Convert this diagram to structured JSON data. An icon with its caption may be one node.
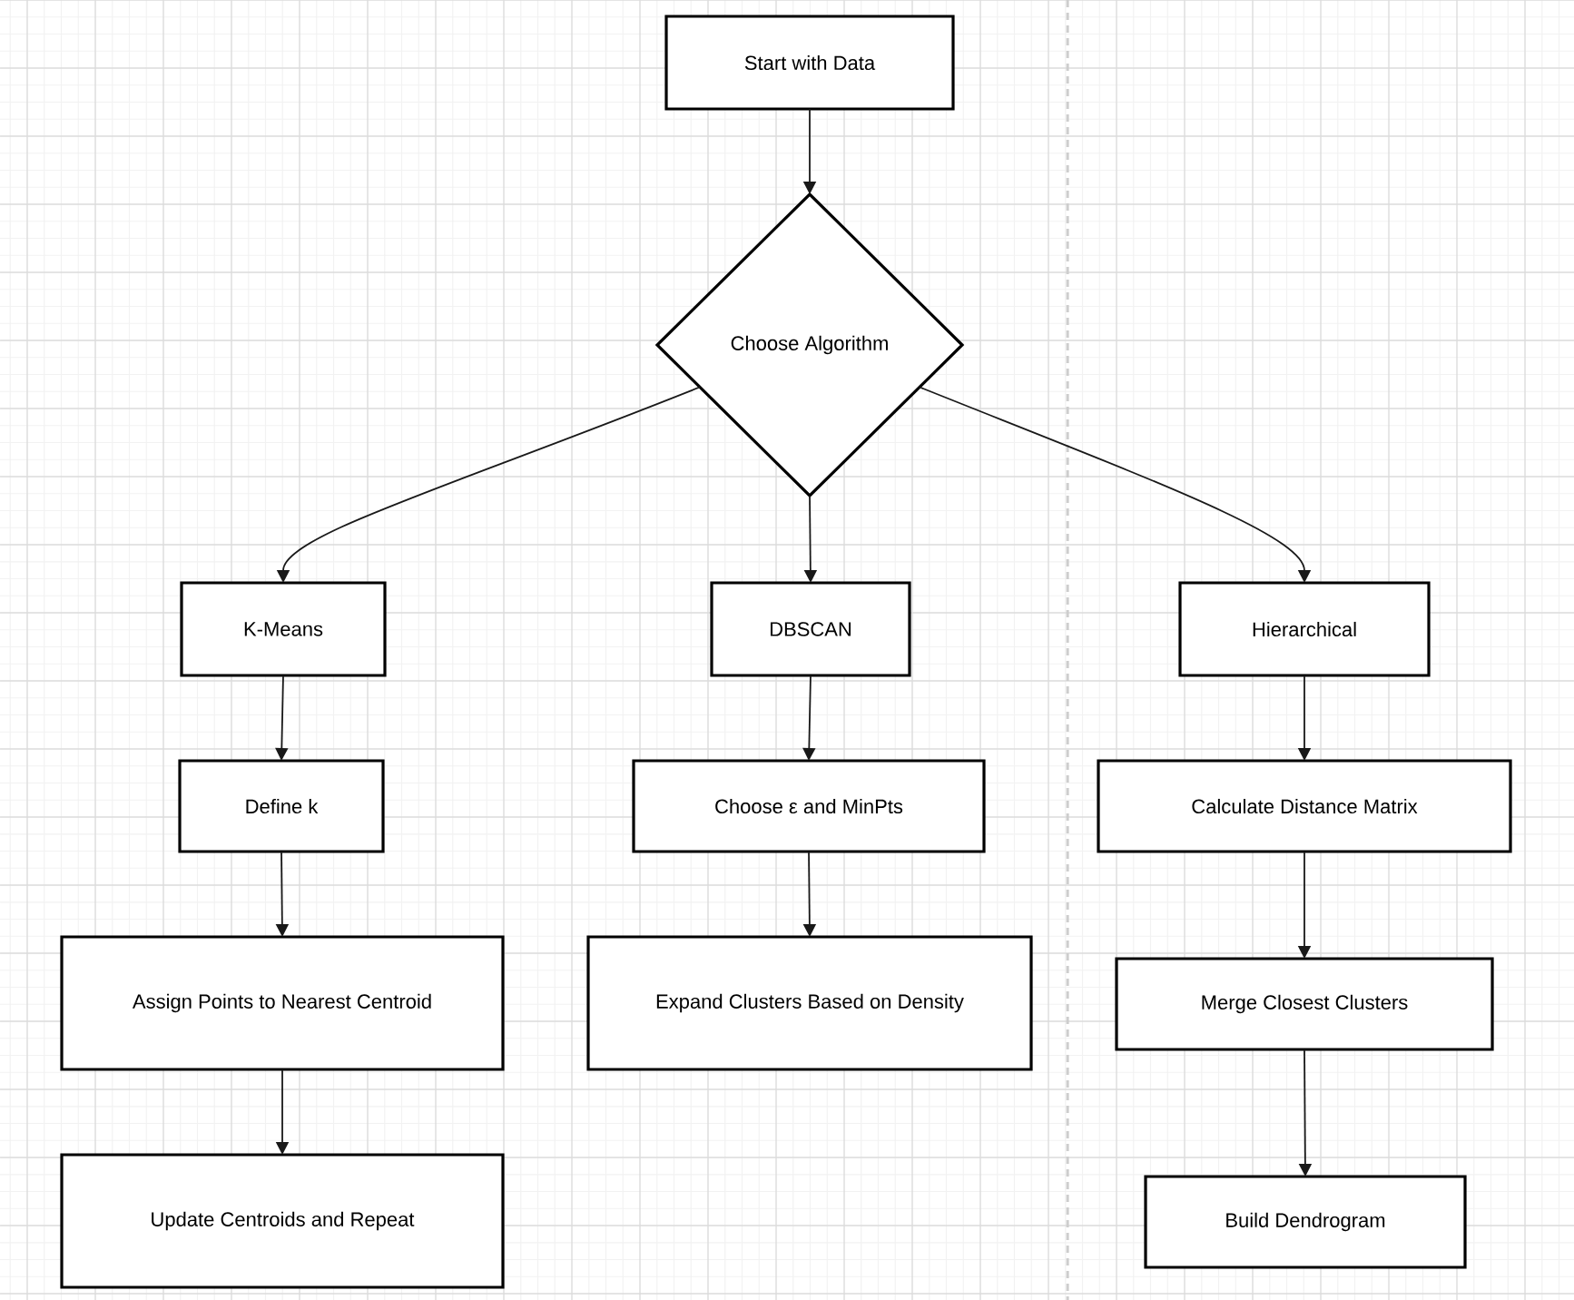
{
  "diagram": {
    "nodes": [
      {
        "text": [
          "Start with Data"
        ]
      },
      {
        "text": [
          "Choose Algorithm"
        ]
      },
      {
        "text": [
          "K-Means"
        ]
      },
      {
        "text": [
          "DBSCAN"
        ]
      },
      {
        "text": [
          "Hierarchical"
        ]
      },
      {
        "text": [
          "Define k"
        ]
      },
      {
        "text": [
          "Choose ε and MinPts"
        ]
      },
      {
        "text": [
          "Calculate Distance Matrix"
        ]
      },
      {
        "text": [
          "Assign Points to Nearest Centroid"
        ]
      },
      {
        "text": [
          "Expand Clusters Based on Density"
        ]
      },
      {
        "text": [
          "Merge Closest Clusters"
        ]
      },
      {
        "text": [
          "Update Centroids and Repeat"
        ]
      },
      {
        "text": [
          "Build Dendrogram"
        ]
      }
    ],
    "edges": [
      {
        "from": 0,
        "to": 1,
        "arrow": "to"
      },
      {
        "from": 1,
        "to": 2,
        "arrow": "to"
      },
      {
        "from": 1,
        "to": 3,
        "arrow": "to"
      },
      {
        "from": 1,
        "to": 4,
        "arrow": "to"
      },
      {
        "from": 2,
        "to": 5,
        "arrow": "to"
      },
      {
        "from": 5,
        "to": 8,
        "arrow": "to"
      },
      {
        "from": 8,
        "to": 11,
        "arrow": "to"
      },
      {
        "from": 3,
        "to": 6,
        "arrow": "to"
      },
      {
        "from": 6,
        "to": 9,
        "arrow": "to"
      },
      {
        "from": 4,
        "to": 7,
        "arrow": "to"
      },
      {
        "from": 7,
        "to": 10,
        "arrow": "to"
      },
      {
        "from": 10,
        "to": 12,
        "arrow": "to"
      }
    ]
  }
}
